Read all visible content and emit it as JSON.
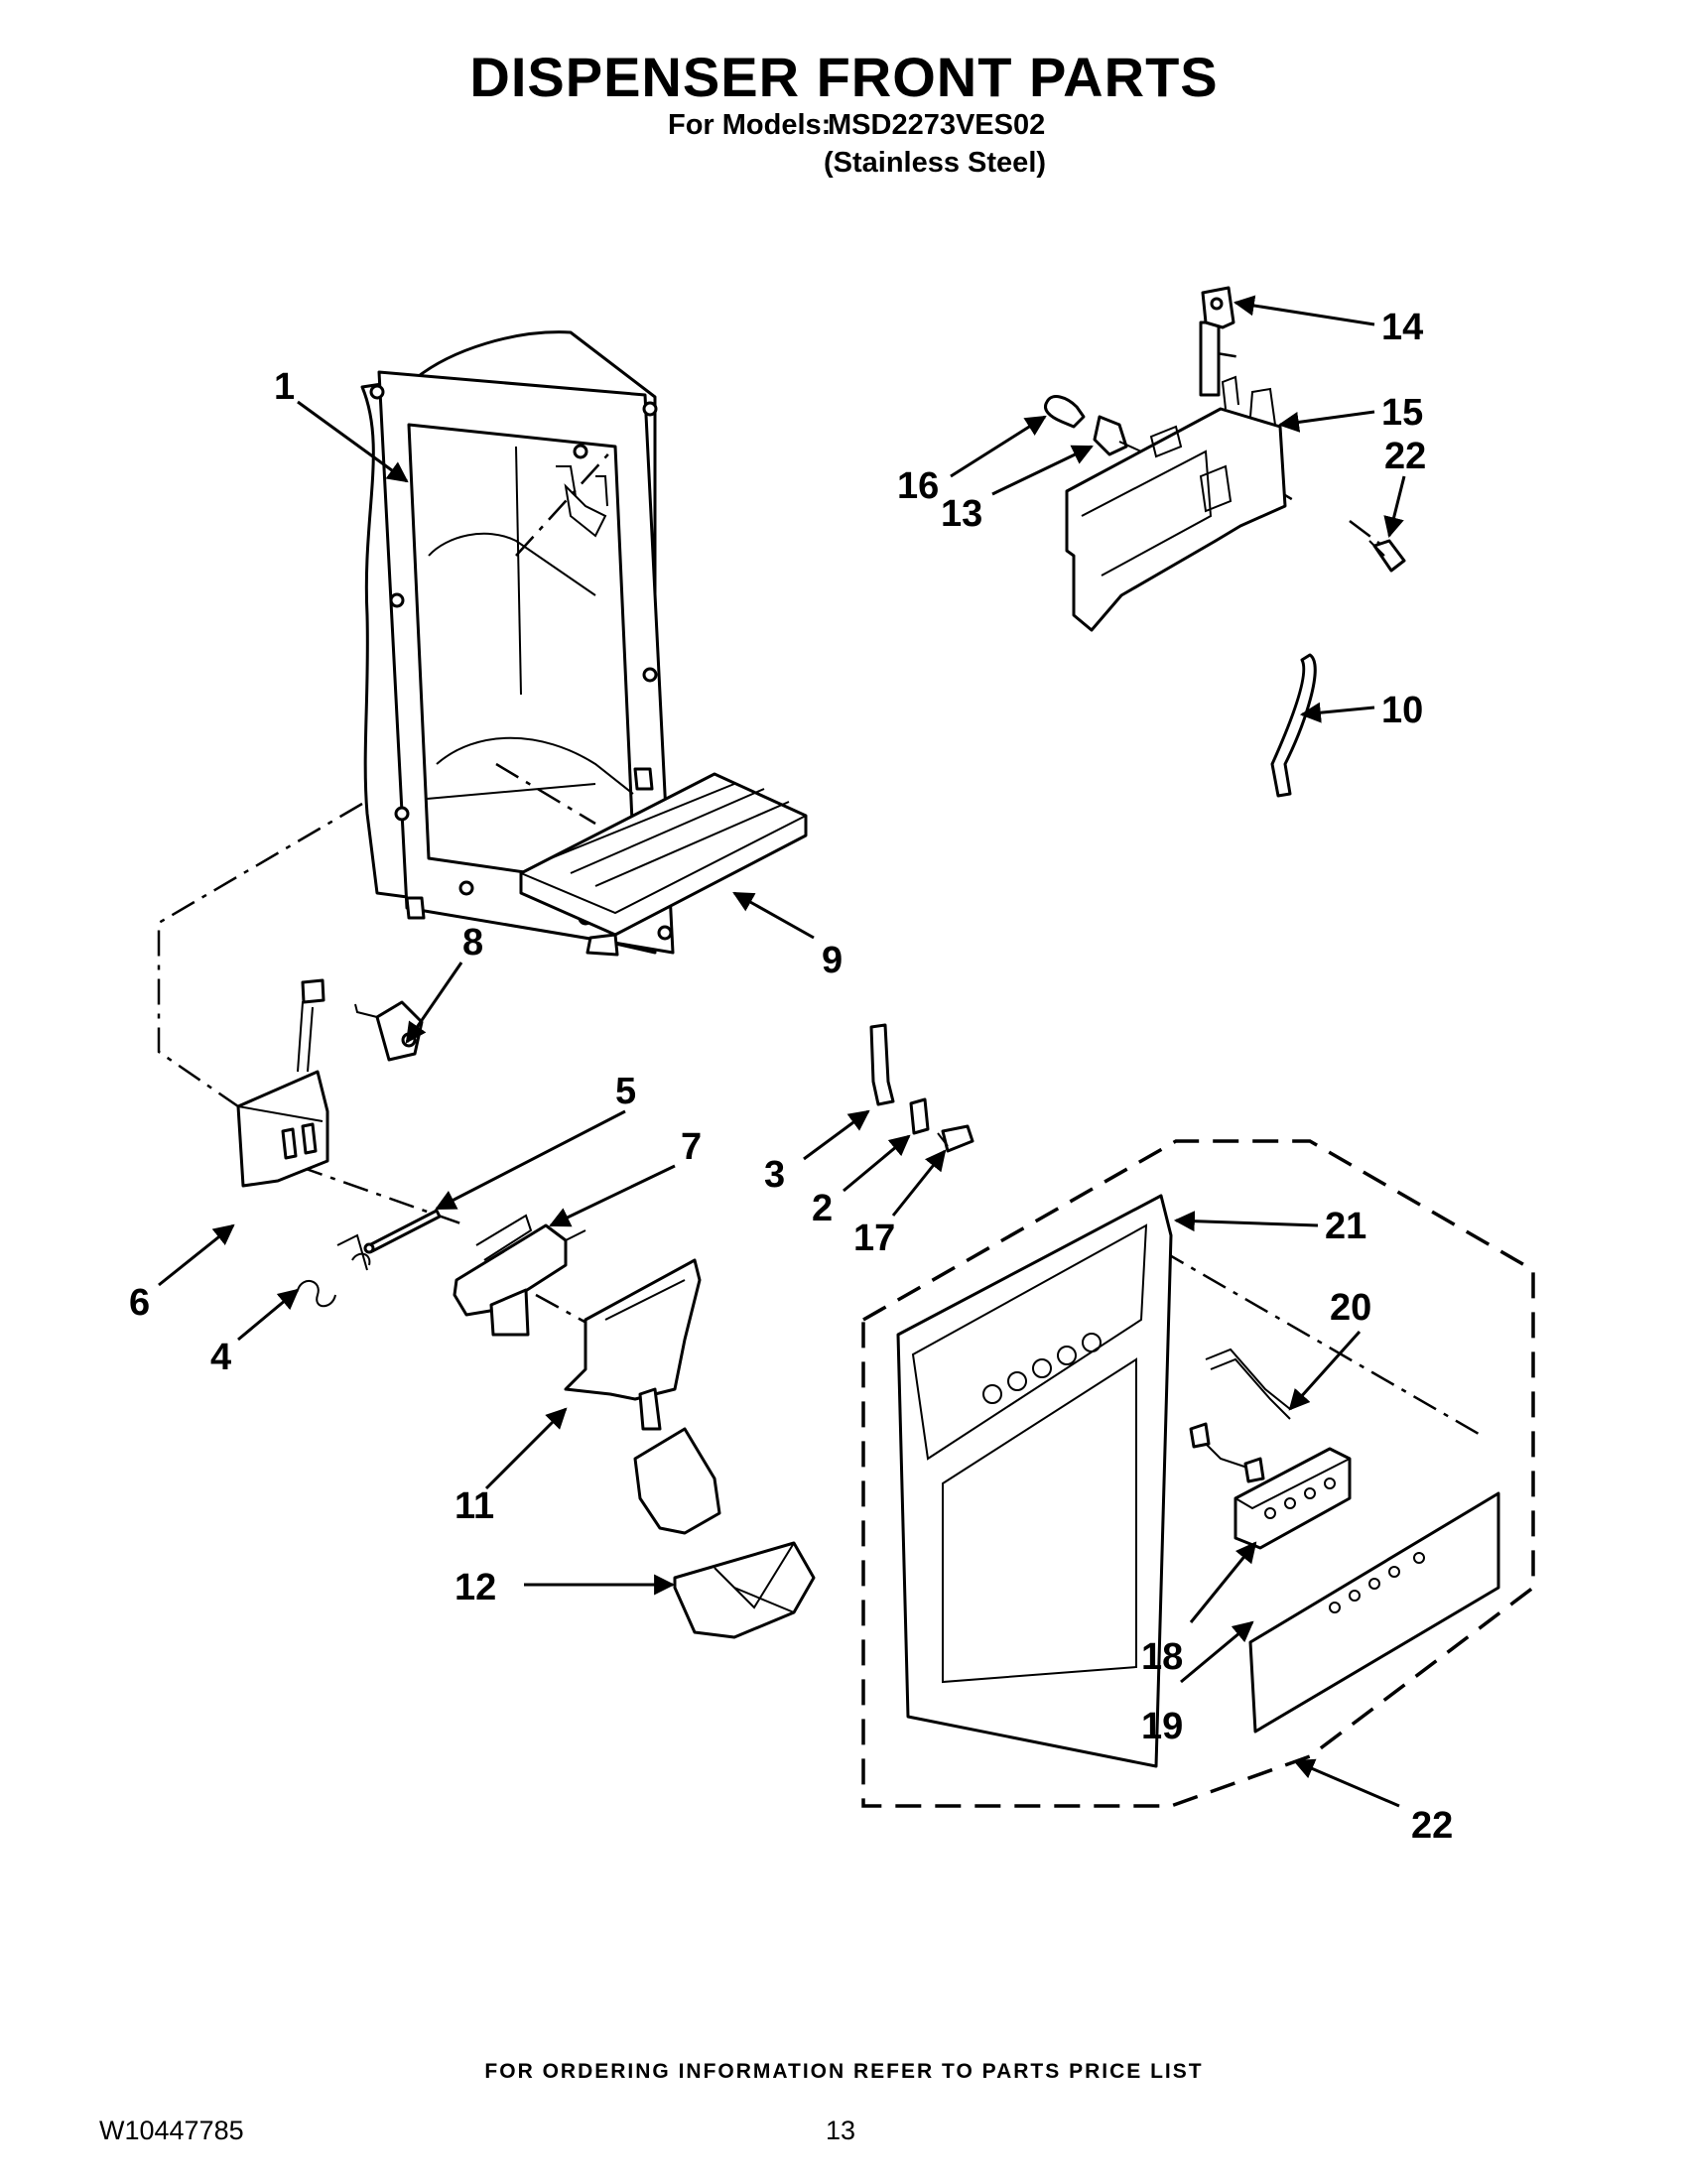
{
  "header": {
    "title": "DISPENSER FRONT PARTS",
    "models_label": "For Models:",
    "model_number": "MSD2273VES02",
    "finish": "(Stainless Steel)"
  },
  "callouts": [
    {
      "id": "c1",
      "label": "1"
    },
    {
      "id": "c2",
      "label": "2"
    },
    {
      "id": "c3",
      "label": "3"
    },
    {
      "id": "c4",
      "label": "4"
    },
    {
      "id": "c5",
      "label": "5"
    },
    {
      "id": "c6",
      "label": "6"
    },
    {
      "id": "c7",
      "label": "7"
    },
    {
      "id": "c8",
      "label": "8"
    },
    {
      "id": "c9",
      "label": "9"
    },
    {
      "id": "c10",
      "label": "10"
    },
    {
      "id": "c11",
      "label": "11"
    },
    {
      "id": "c12",
      "label": "12"
    },
    {
      "id": "c13",
      "label": "13"
    },
    {
      "id": "c14",
      "label": "14"
    },
    {
      "id": "c15",
      "label": "15"
    },
    {
      "id": "c16",
      "label": "16"
    },
    {
      "id": "c17",
      "label": "17"
    },
    {
      "id": "c18",
      "label": "18"
    },
    {
      "id": "c19",
      "label": "19"
    },
    {
      "id": "c20",
      "label": "20"
    },
    {
      "id": "c21",
      "label": "21"
    },
    {
      "id": "c22a",
      "label": "22"
    },
    {
      "id": "c22b",
      "label": "22"
    }
  ],
  "footer": {
    "ordering_note": "FOR ORDERING INFORMATION REFER TO PARTS PRICE LIST",
    "document_number": "W10447785",
    "page_number": "13"
  }
}
